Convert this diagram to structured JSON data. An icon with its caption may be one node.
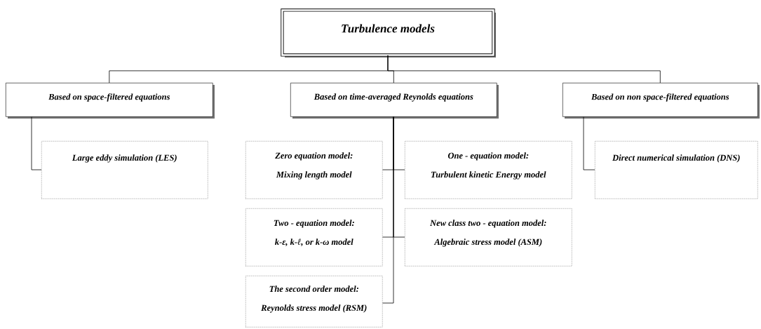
{
  "diagram": {
    "nodes": [
      {
        "text": [
          "Turbulence models"
        ]
      },
      {
        "text": [
          "Based on space-filtered equations"
        ]
      },
      {
        "text": [
          "Based on time-averaged Reynolds equations"
        ]
      },
      {
        "text": [
          "Based on non space-filtered equations"
        ]
      },
      {
        "text": [
          "Large eddy simulation (LES)"
        ]
      },
      {
        "text": [
          "Zero equation model:",
          "Mixing length model"
        ]
      },
      {
        "text": [
          "One - equation model:",
          "Turbulent kinetic Energy model"
        ]
      },
      {
        "text": [
          "Two - equation model:",
          "k-ε, k-ℓ, or k-ω model"
        ]
      },
      {
        "text": [
          "New class two - equation model:",
          "Algebraic stress model (ASM)"
        ]
      },
      {
        "text": [
          "The second order model:",
          "Reynolds stress model (RSM)"
        ]
      },
      {
        "text": [
          "Direct numerical simulation (DNS)"
        ]
      }
    ],
    "edges": [
      {
        "from": 0,
        "to": 1,
        "arrow": "none"
      },
      {
        "from": 0,
        "to": 2,
        "arrow": "none"
      },
      {
        "from": 0,
        "to": 3,
        "arrow": "none"
      },
      {
        "from": 1,
        "to": 4,
        "arrow": "none"
      },
      {
        "from": 2,
        "to": 5,
        "arrow": "none"
      },
      {
        "from": 2,
        "to": 6,
        "arrow": "none"
      },
      {
        "from": 2,
        "to": 7,
        "arrow": "none"
      },
      {
        "from": 2,
        "to": 8,
        "arrow": "none"
      },
      {
        "from": 2,
        "to": 9,
        "arrow": "none"
      },
      {
        "from": 3,
        "to": 10,
        "arrow": "none"
      }
    ]
  }
}
